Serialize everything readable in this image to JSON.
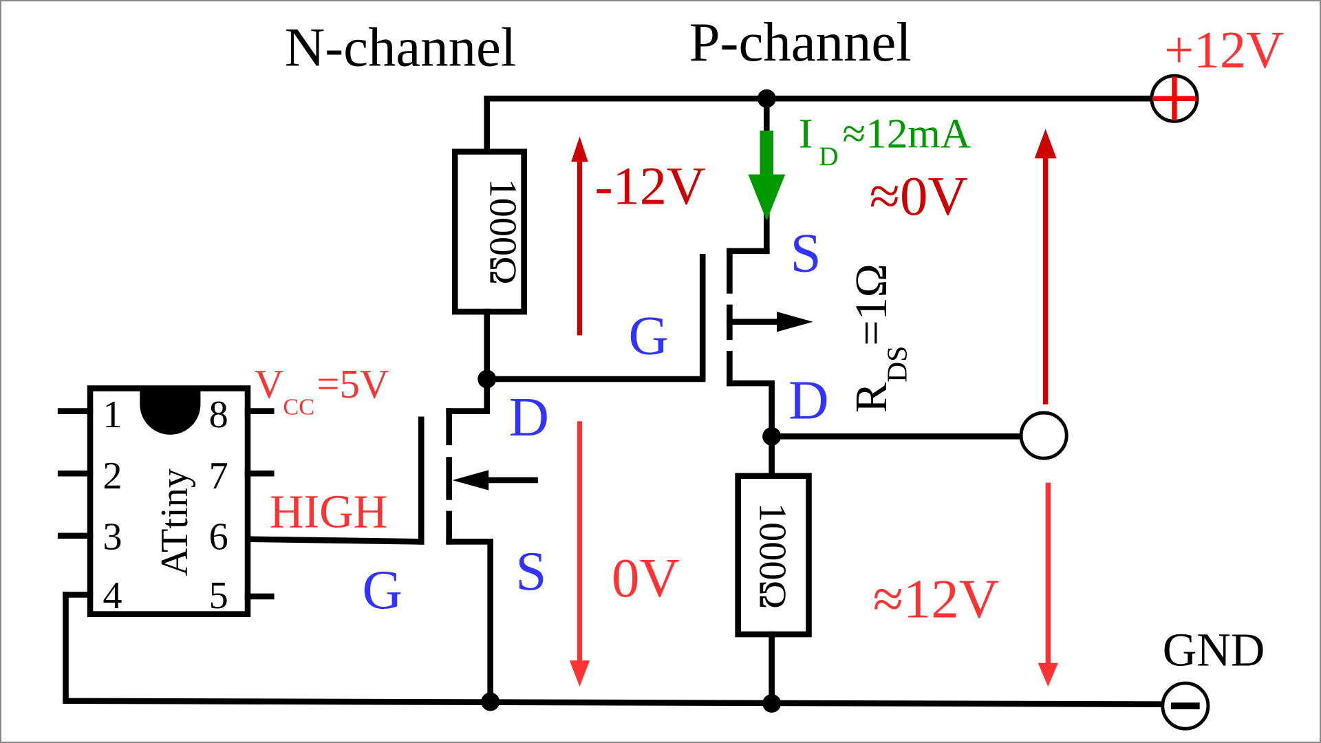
{
  "title": "P-channel MOSFET high-side switch driven by N-channel MOSFET",
  "colors": {
    "wire": "#000000",
    "terminal_label": "#3333ff",
    "voltage_dark_red": "#cc0000",
    "voltage_red": "#ff3333",
    "current_green": "#009900",
    "frame": "#888888"
  },
  "labels": {
    "n_channel": "N-channel",
    "p_channel": "P-channel",
    "supply_positive": "+12V",
    "ground": "GND",
    "vcc_main": "V",
    "vcc_sub": "CC",
    "vcc_value": "=5V",
    "high": "HIGH",
    "chip_name": "ATtiny",
    "drain_current_main": "I",
    "drain_current_sub": "D",
    "drain_current_value": "≈12mA",
    "rds_main": "R",
    "rds_sub": "DS",
    "rds_value": "=1Ω"
  },
  "chip_pins": [
    "1",
    "2",
    "3",
    "4",
    "5",
    "6",
    "7",
    "8"
  ],
  "resistors": {
    "upper": "1000Ω",
    "lower": "1000Ω"
  },
  "n_mosfet_terminals": {
    "gate": "G",
    "drain": "D",
    "source": "S"
  },
  "p_mosfet_terminals": {
    "gate": "G",
    "drain": "D",
    "source": "S"
  },
  "voltages": {
    "vgs_p": "-12V",
    "vds_n": "0V",
    "vds_p": "≈0V",
    "v_load": "≈12V"
  }
}
